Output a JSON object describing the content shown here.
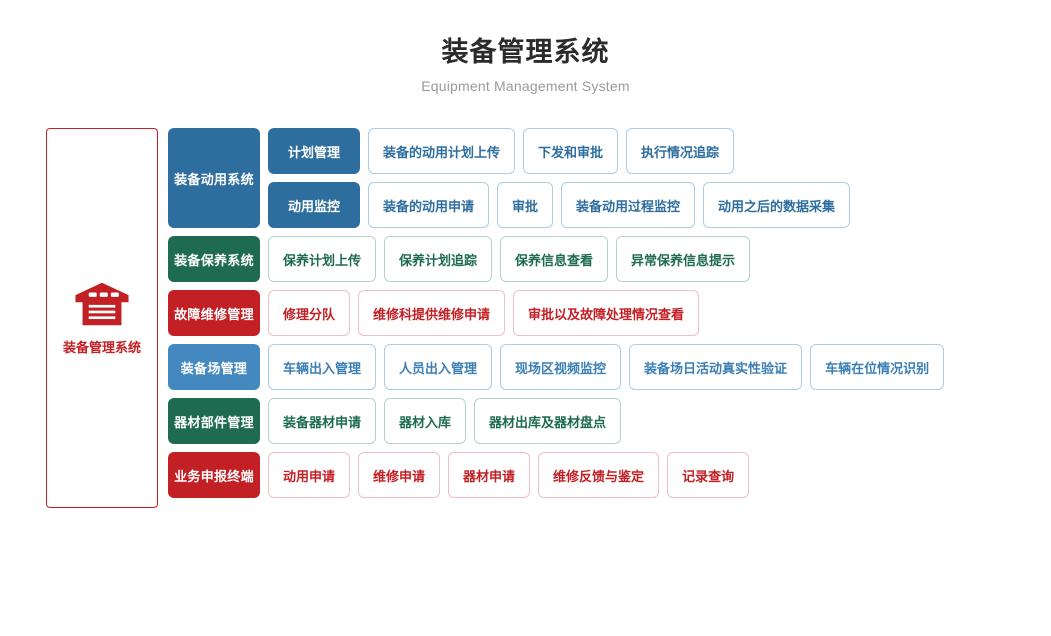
{
  "header": {
    "title": "装备管理系统",
    "subtitle": "Equipment Management System"
  },
  "root": {
    "label": "装备管理系统",
    "icon": "warehouse-icon",
    "color": "#c32026"
  },
  "colors": {
    "blue": "#2e6e9e",
    "blue_light": "#4389c0",
    "green": "#1e6b52",
    "red": "#c32026",
    "leaf_blue_border": "#aecde4",
    "leaf_green_border": "#b7d3c8",
    "leaf_red_border": "#eec0c2",
    "title": "#2b2b2b",
    "subtitle": "#9a9a9a"
  },
  "groups": [
    {
      "label": "装备动用系统",
      "color": "#2e6e9e",
      "subgroups": [
        {
          "label": "计划管理",
          "leaves": [
            "装备的动用计划上传",
            "下发和审批",
            "执行情况追踪"
          ]
        },
        {
          "label": "动用监控",
          "leaves": [
            "装备的动用申请",
            "审批",
            "装备动用过程监控",
            "动用之后的数据采集"
          ]
        }
      ]
    },
    {
      "label": "装备保养系统",
      "color": "#1e6b52",
      "subgroups": [
        {
          "label": "",
          "leaves": [
            "保养计划上传",
            "保养计划追踪",
            "保养信息查看",
            "异常保养信息提示"
          ]
        }
      ]
    },
    {
      "label": "故障维修管理",
      "color": "#c32026",
      "subgroups": [
        {
          "label": "",
          "leaves": [
            "修理分队",
            "维修科提供维修申请",
            "审批以及故障处理情况查看"
          ]
        }
      ]
    },
    {
      "label": "装备场管理",
      "color": "#4389c0",
      "subgroups": [
        {
          "label": "",
          "leaves": [
            "车辆出入管理",
            "人员出入管理",
            "现场区视频监控",
            "装备场日活动真实性验证",
            "车辆在位情况识别"
          ]
        }
      ]
    },
    {
      "label": "器材部件管理",
      "color": "#1e6b52",
      "subgroups": [
        {
          "label": "",
          "leaves": [
            "装备器材申请",
            "器材入库",
            "器材出库及器材盘点"
          ]
        }
      ]
    },
    {
      "label": "业务申报终端",
      "color": "#c32026",
      "subgroups": [
        {
          "label": "",
          "leaves": [
            "动用申请",
            "维修申请",
            "器材申请",
            "维修反馈与鉴定",
            "记录查询"
          ]
        }
      ]
    }
  ]
}
